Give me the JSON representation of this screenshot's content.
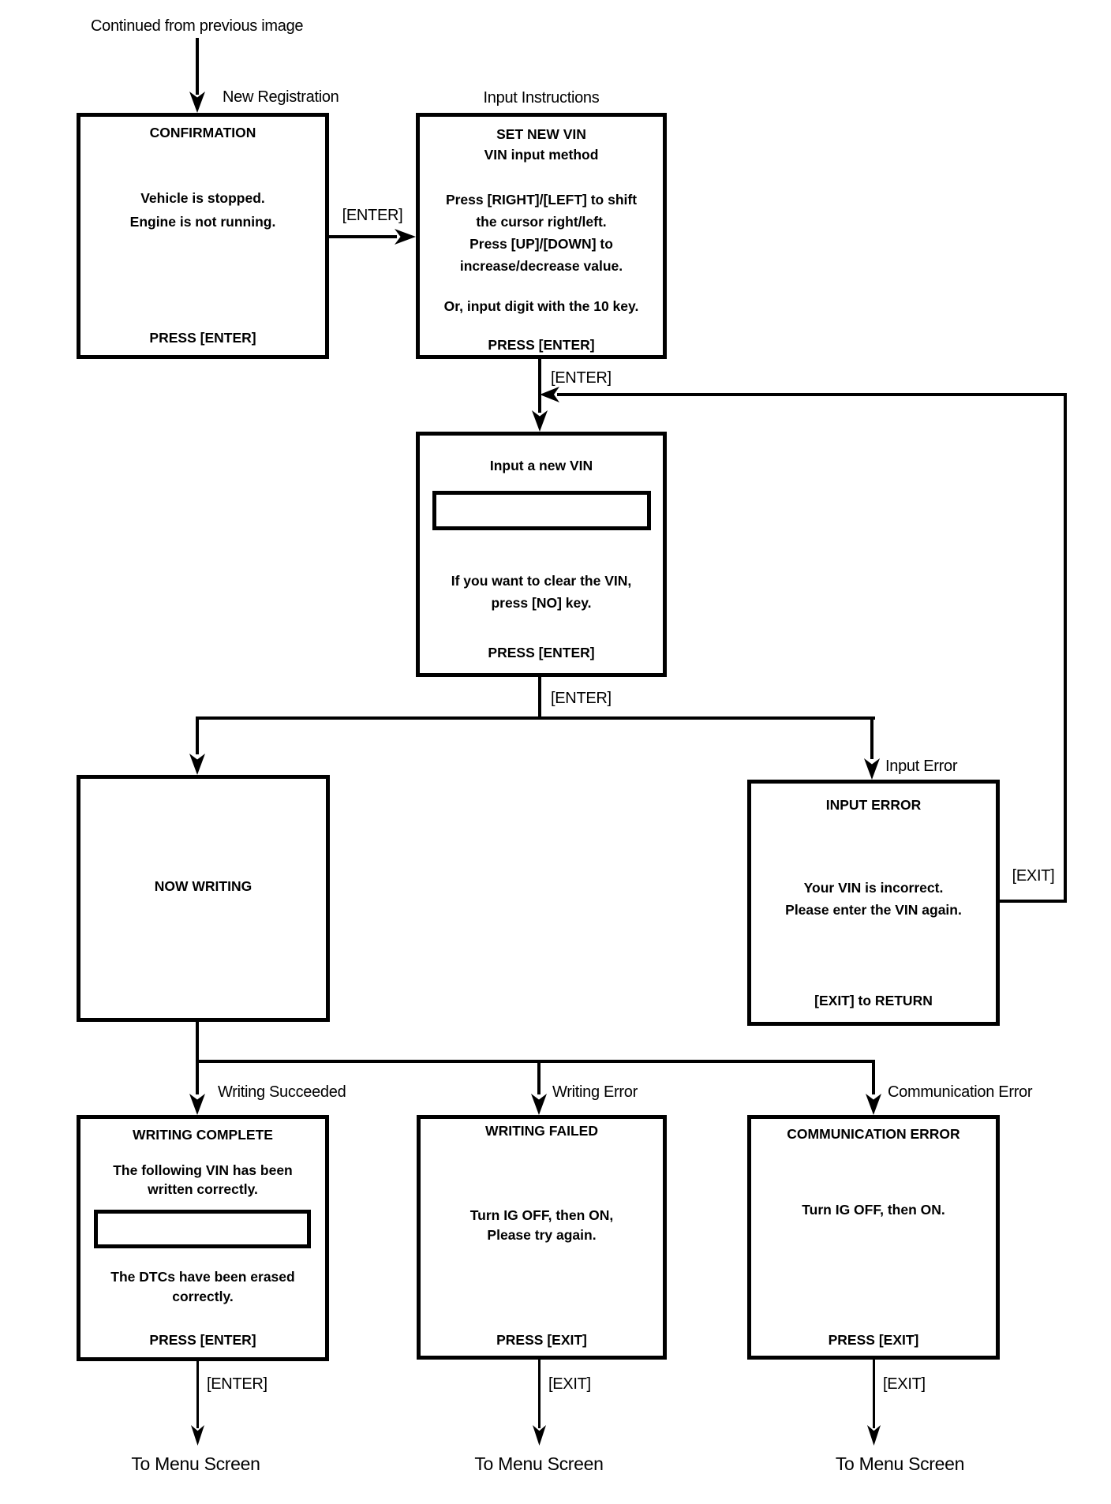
{
  "diagram": {
    "colors": {
      "line": "#000000",
      "background": "#ffffff"
    },
    "continued_from": "Continued from previous image",
    "labels": {
      "new_registration": "New Registration",
      "input_instructions": "Input Instructions",
      "enter_a_to_b": "[ENTER]",
      "enter_b_to_c": "[ENTER]",
      "enter_c_branch": "[ENTER]",
      "input_error": "Input Error",
      "exit_return_line": "[EXIT]",
      "writing_succeeded": "Writing Succeeded",
      "writing_error": "Writing Error",
      "communication_error": "Communication Error",
      "enter_bottom_left": "[ENTER]",
      "exit_bottom_mid": "[EXIT]",
      "exit_bottom_right": "[EXIT]"
    },
    "to_menu": [
      "To Menu Screen",
      "To Menu Screen",
      "To Menu Screen"
    ],
    "boxes": {
      "confirmation": {
        "title": "CONFIRMATION",
        "body_line1": "Vehicle is stopped.",
        "body_line2": "Engine is not running.",
        "footer": "PRESS [ENTER]"
      },
      "set_new_vin": {
        "title_line1": "SET NEW VIN",
        "title_line2": "VIN input method",
        "body_line1": "Press [RIGHT]/[LEFT] to shift",
        "body_line2": "the cursor right/left.",
        "body_line3": "Press [UP]/[DOWN] to",
        "body_line4": "increase/decrease value.",
        "body_line5": "Or, input digit with the 10 key.",
        "footer": "PRESS [ENTER]"
      },
      "input_new_vin": {
        "title": "Input a new VIN",
        "vin_field_value": "",
        "body_line1": "If you want to clear the VIN,",
        "body_line2": "press [NO] key.",
        "footer": "PRESS [ENTER]"
      },
      "now_writing": {
        "title": "NOW WRITING"
      },
      "input_error": {
        "title": "INPUT ERROR",
        "body_line1": "Your VIN is incorrect.",
        "body_line2": "Please enter the VIN again.",
        "footer": "[EXIT] to RETURN"
      },
      "writing_complete": {
        "title": "WRITING COMPLETE",
        "body_line1": "The following VIN has been",
        "body_line2": "written correctly.",
        "vin_field_value": "",
        "body_line3": "The DTCs have been erased",
        "body_line4": "correctly.",
        "footer": "PRESS [ENTER]"
      },
      "writing_failed": {
        "title": "WRITING FAILED",
        "body_line1": "Turn IG OFF, then ON,",
        "body_line2": "Please try again.",
        "footer": "PRESS [EXIT]"
      },
      "communication_error": {
        "title": "COMMUNICATION ERROR",
        "body_line1": "Turn IG OFF, then ON.",
        "footer": "PRESS [EXIT]"
      }
    }
  }
}
